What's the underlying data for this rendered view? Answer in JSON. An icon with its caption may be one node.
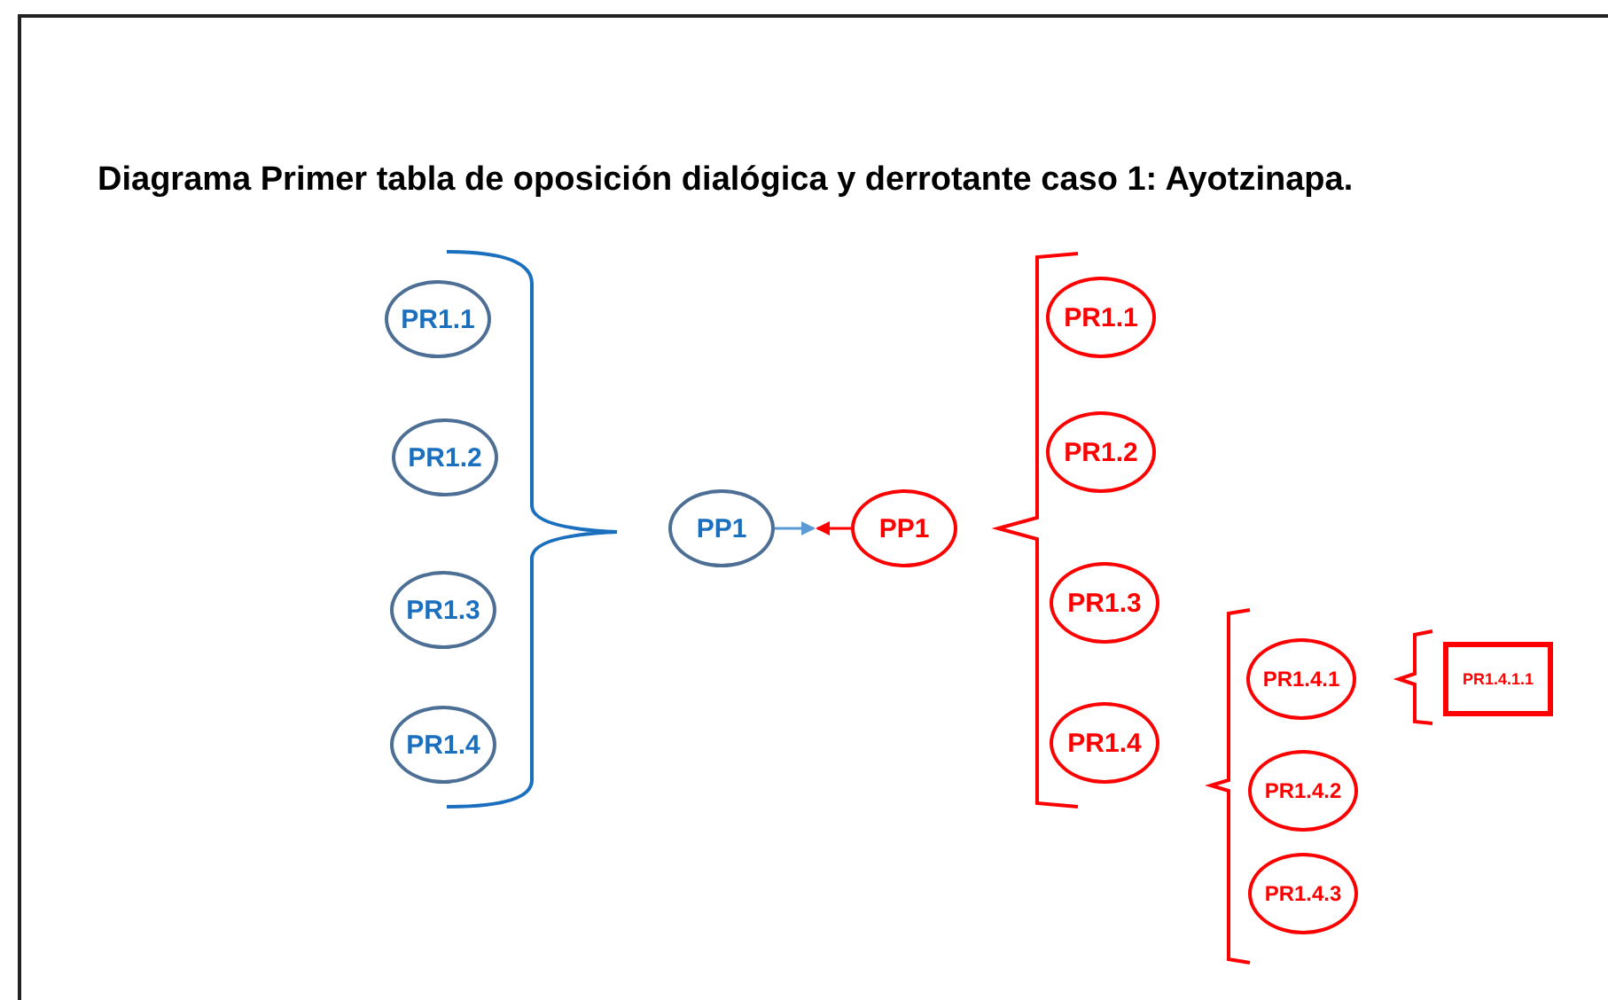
{
  "diagram": {
    "title": "Diagrama Primer tabla de oposición dialógica y derrotante caso 1: Ayotzinapa.",
    "nodes": [
      {
        "text": [
          "PR1.1"
        ]
      },
      {
        "text": [
          "PR1.2"
        ]
      },
      {
        "text": [
          "PR1.3"
        ]
      },
      {
        "text": [
          "PR1.4"
        ]
      },
      {
        "text": [
          "PP1"
        ]
      },
      {
        "text": [
          "PP1"
        ]
      },
      {
        "text": [
          "PR1.1"
        ]
      },
      {
        "text": [
          "PR1.2"
        ]
      },
      {
        "text": [
          "PR1.3"
        ]
      },
      {
        "text": [
          "PR1.4"
        ]
      },
      {
        "text": [
          "PR1.4.1"
        ]
      },
      {
        "text": [
          "PR1.4.2"
        ]
      },
      {
        "text": [
          "PR1.4.3"
        ]
      },
      {
        "text": [
          "PR1.4.1.1"
        ]
      }
    ],
    "edges": [
      {
        "from": 4,
        "to": null,
        "arrow": "to",
        "color": "#5b9bd5"
      },
      {
        "from": 5,
        "to": null,
        "arrow": "to",
        "color": "#ff0000"
      }
    ]
  }
}
